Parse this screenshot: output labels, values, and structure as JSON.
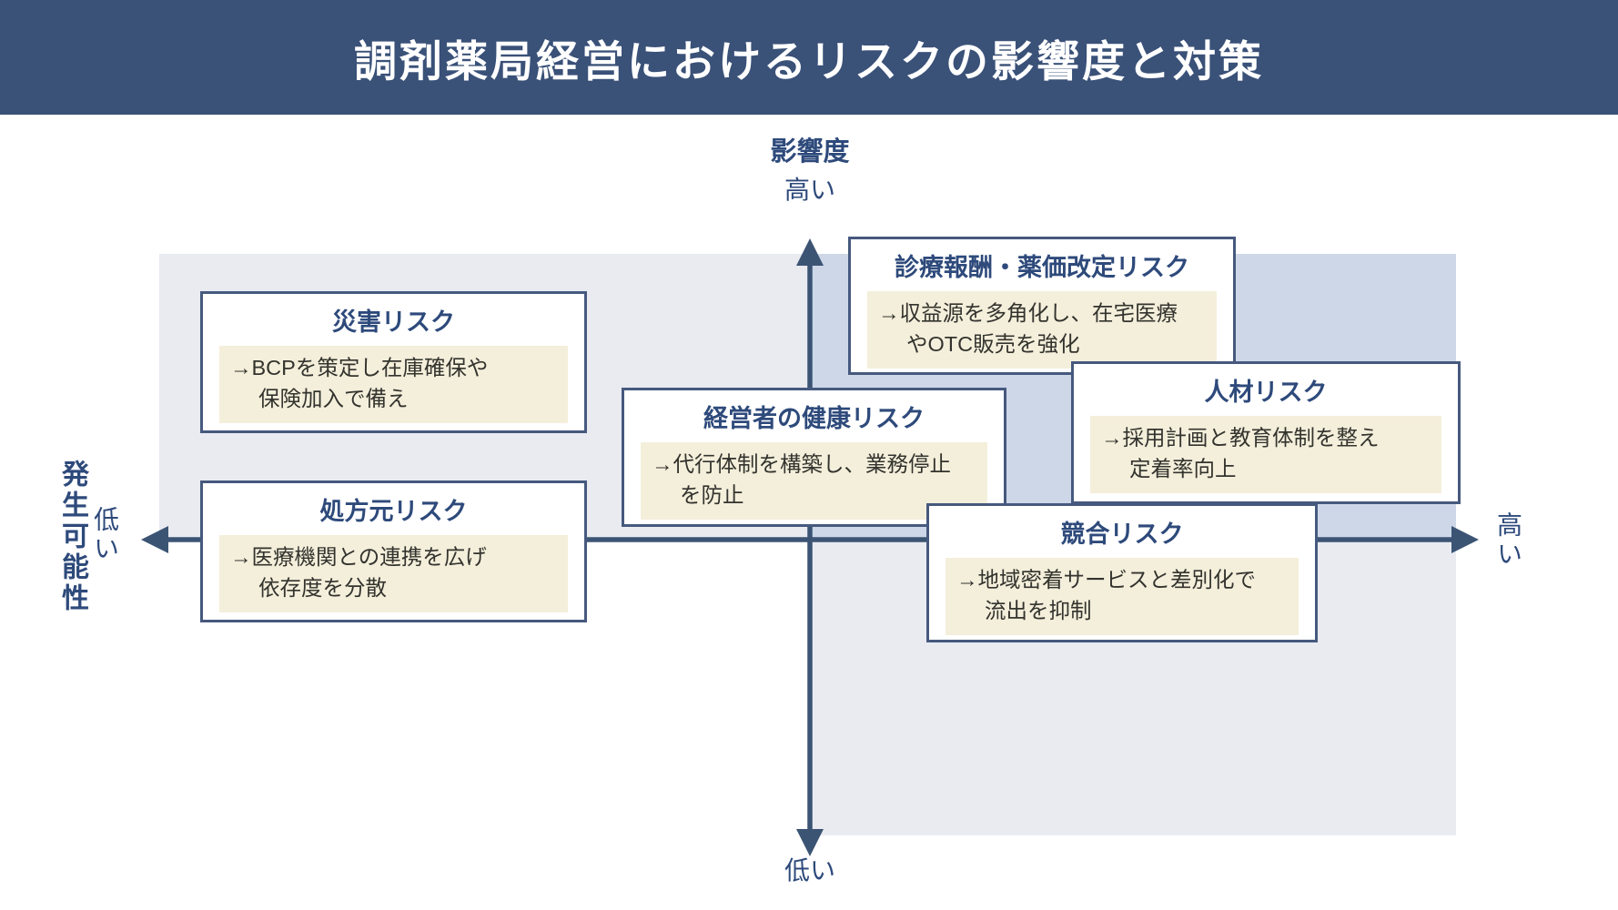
{
  "header": {
    "title": "調剤薬局経営におけるリスクの影響度と対策"
  },
  "axes": {
    "impact_label": "影響度",
    "impact_high": "高い",
    "impact_low": "低い",
    "probability_label": "発生可能性",
    "probability_low": "低い",
    "probability_high": "高い"
  },
  "boxes": [
    {
      "title": "災害リスク",
      "lines": [
        "→BCPを策定し在庫確保や",
        "保険加入で備え"
      ]
    },
    {
      "title": "処方元リスク",
      "lines": [
        "→医療機関との連携を広げ",
        "依存度を分散"
      ]
    },
    {
      "title": "診療報酬・薬価改定リスク",
      "lines": [
        "→収益源を多角化し、在宅医療",
        "やOTC販売を強化"
      ]
    },
    {
      "title": "経営者の健康リスク",
      "lines": [
        "→代行体制を構築し、業務停止",
        "を防止"
      ]
    },
    {
      "title": "人材リスク",
      "lines": [
        "→採用計画と教育体制を整え",
        "定着率向上"
      ]
    },
    {
      "title": "競合リスク",
      "lines": [
        "→地域密着サービスと差別化で",
        "流出を抑制"
      ]
    }
  ],
  "colors": {
    "header_bg": "#3A5178",
    "title_text": "#FFFFFF",
    "box_border": "#46597E",
    "box_title_text": "#2E4A7B",
    "body_panel_bg": "#F4EFDB",
    "body_text": "#33332E",
    "axis": "#3C5474",
    "quadrant_light": "#E9EBF1",
    "quadrant_highlight": "#CDD7E8"
  }
}
